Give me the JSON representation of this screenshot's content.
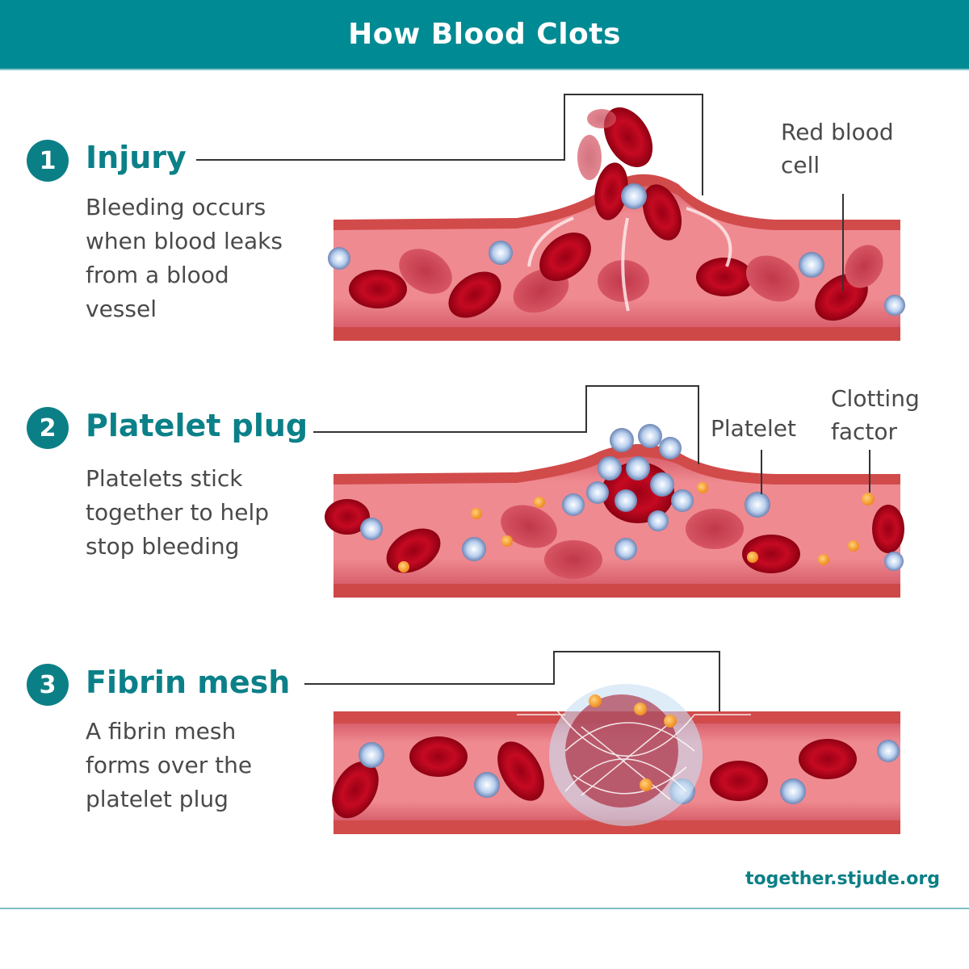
{
  "header": {
    "title": "How Blood Clots"
  },
  "steps": [
    {
      "number": "1",
      "title": "Injury",
      "description": "Bleeding occurs when blood leaks from a blood vessel"
    },
    {
      "number": "2",
      "title": "Platelet plug",
      "description": "Platelets stick together to help stop bleeding"
    },
    {
      "number": "3",
      "title": "Fibrin mesh",
      "description": "A fibrin mesh forms over the platelet plug"
    }
  ],
  "callouts": {
    "red_blood_cell": "Red blood cell",
    "platelet": "Platelet",
    "clotting_factor": "Clotting factor"
  },
  "colors": {
    "brand_teal": "#008a93",
    "vessel_wall": "#d44b4b",
    "vessel_interior": "#ee8a90",
    "red_blood_cell": "#b5001c",
    "platelet": "#a9c4e6",
    "clotting_factor": "#f59a2b"
  },
  "footer": {
    "link": "together.stjude.org"
  }
}
